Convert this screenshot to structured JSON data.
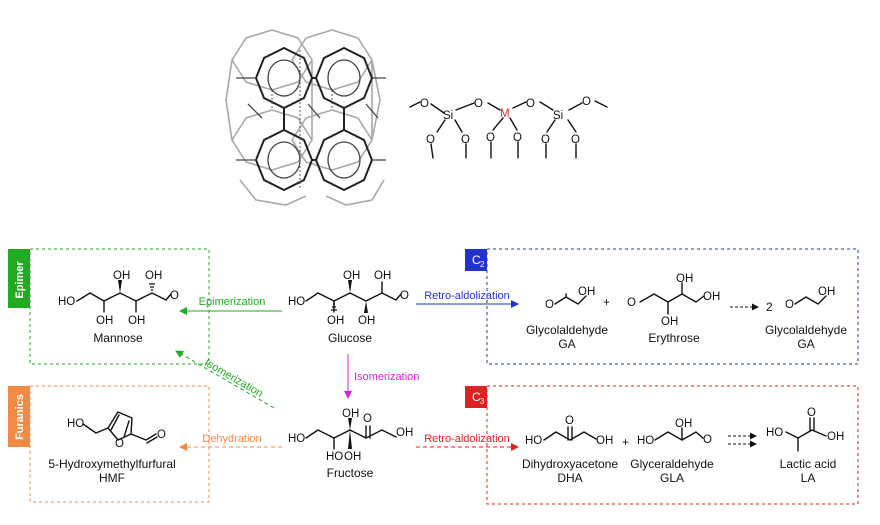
{
  "colors": {
    "epimer": "#22aa22",
    "c2": "#2233cc",
    "c3": "#dd2222",
    "furanics": "#f08a44",
    "isomerization_glu_fru": "#dd22dd",
    "metal": "#ee2222"
  },
  "framework": {
    "atoms": [
      "O",
      "Si",
      "O",
      "M",
      "O",
      "Si",
      "O",
      "O",
      "O",
      "O",
      "O",
      "O"
    ]
  },
  "boxes": {
    "epimer": "Epimer",
    "c2": "C",
    "c2_sub": "2",
    "c3": "C",
    "c3_sub": "3",
    "furanics": "Furanics"
  },
  "arrows": {
    "epimerization": "Epimerization",
    "retro_aldol_top": "Retro-aldolization",
    "isomerization_left": "Isomerization",
    "isomerization_down": "Isomerization",
    "dehydration": "Dehydration",
    "retro_aldol_bottom": "Retro-aldolization"
  },
  "compounds": {
    "glucose": {
      "name": "Glucose",
      "oh": [
        "OH",
        "OH",
        "HO",
        "OH",
        "OH"
      ],
      "o": "O"
    },
    "mannose": {
      "name": "Mannose",
      "oh": [
        "OH",
        "OH",
        "HO",
        "OH",
        "OH"
      ],
      "o": "O"
    },
    "fructose": {
      "name": "Fructose",
      "oh": [
        "OH",
        "HO",
        "OH",
        "HO",
        "OH"
      ],
      "o": "O"
    },
    "hmf": {
      "name": "5-Hydroxymethylfurfural",
      "abbr": "HMF",
      "ho": "HO",
      "o_ring": "O",
      "o": "O"
    },
    "ga1": {
      "name": "Glycolaldehyde",
      "abbr": "GA",
      "oh": "OH",
      "o": "O"
    },
    "erythrose": {
      "name": "Erythrose",
      "oh": [
        "OH",
        "OH",
        "OH"
      ],
      "o": "O"
    },
    "ga2": {
      "name": "Glycolaldehyde",
      "abbr": "GA",
      "coef": "2",
      "plus": "+",
      "oh": "OH",
      "o": "O"
    },
    "dha": {
      "name": "Dihydroxyacetone",
      "abbr": "DHA",
      "ho": "HO",
      "oh": "OH",
      "o": "O"
    },
    "gla": {
      "name": "Glyceraldehyde",
      "abbr": "GLA",
      "plus": "+",
      "ho": "HO",
      "oh": "OH",
      "o": "O"
    },
    "la": {
      "name": "Lactic acid",
      "abbr": "LA",
      "ho": "HO",
      "oh": "OH",
      "o": "O"
    }
  }
}
